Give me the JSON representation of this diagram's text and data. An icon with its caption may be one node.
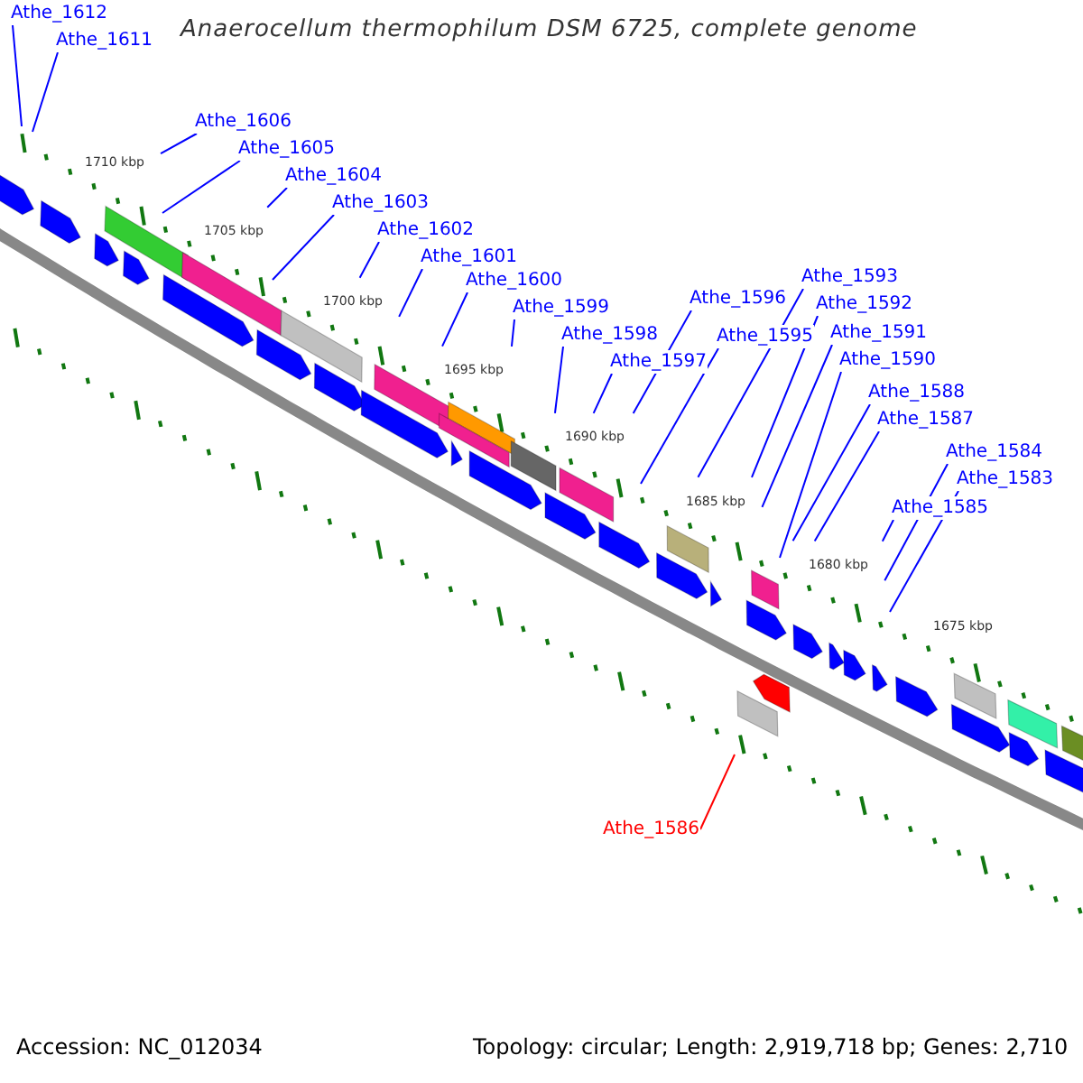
{
  "diagram": {
    "title": "Anaerocellum thermophilum DSM 6725, complete genome",
    "nodes": [
      {
        "text": [
          "Athe_1612"
        ]
      },
      {
        "text": [
          "Athe_1611"
        ]
      },
      {
        "text": [
          "Athe_1606"
        ]
      },
      {
        "text": [
          "Athe_1605"
        ]
      },
      {
        "text": [
          "Athe_1604"
        ]
      },
      {
        "text": [
          "Athe_1603"
        ]
      },
      {
        "text": [
          "Athe_1602"
        ]
      },
      {
        "text": [
          "Athe_1601"
        ]
      },
      {
        "text": [
          "Athe_1600"
        ]
      },
      {
        "text": [
          "Athe_1599"
        ]
      },
      {
        "text": [
          "Athe_1598"
        ]
      },
      {
        "text": [
          "Athe_1597"
        ]
      },
      {
        "text": [
          "Athe_1596"
        ]
      },
      {
        "text": [
          "Athe_1595"
        ]
      },
      {
        "text": [
          "Athe_1593"
        ]
      },
      {
        "text": [
          "Athe_1592"
        ]
      },
      {
        "text": [
          "Athe_1591"
        ]
      },
      {
        "text": [
          "Athe_1590"
        ]
      },
      {
        "text": [
          "Athe_1588"
        ]
      },
      {
        "text": [
          "Athe_1587"
        ]
      },
      {
        "text": [
          "Athe_1584"
        ]
      },
      {
        "text": [
          "Athe_1583"
        ]
      },
      {
        "text": [
          "Athe_1585"
        ]
      },
      {
        "text": [
          "Athe_1586"
        ]
      }
    ],
    "edges": [
      {
        "from": 0,
        "to": null,
        "arrow": "none"
      },
      {
        "from": 1,
        "to": null,
        "arrow": "none"
      },
      {
        "from": 2,
        "to": null,
        "arrow": "none"
      },
      {
        "from": 3,
        "to": null,
        "arrow": "none"
      },
      {
        "from": 4,
        "to": null,
        "arrow": "none"
      },
      {
        "from": 5,
        "to": null,
        "arrow": "none"
      },
      {
        "from": 6,
        "to": null,
        "arrow": "none"
      },
      {
        "from": 7,
        "to": null,
        "arrow": "none"
      },
      {
        "from": 8,
        "to": null,
        "arrow": "none"
      },
      {
        "from": 9,
        "to": null,
        "arrow": "none"
      },
      {
        "from": 10,
        "to": null,
        "arrow": "none"
      },
      {
        "from": 11,
        "to": null,
        "arrow": "none"
      },
      {
        "from": 12,
        "to": null,
        "arrow": "none"
      },
      {
        "from": 13,
        "to": null,
        "arrow": "none"
      },
      {
        "from": 14,
        "to": null,
        "arrow": "none"
      },
      {
        "from": 15,
        "to": null,
        "arrow": "none"
      },
      {
        "from": 16,
        "to": null,
        "arrow": "none"
      },
      {
        "from": 17,
        "to": null,
        "arrow": "none"
      },
      {
        "from": 18,
        "to": null,
        "arrow": "none"
      },
      {
        "from": 19,
        "to": null,
        "arrow": "none"
      },
      {
        "from": 20,
        "to": null,
        "arrow": "none"
      },
      {
        "from": 21,
        "to": null,
        "arrow": "none"
      },
      {
        "from": 22,
        "to": null,
        "arrow": "none"
      },
      {
        "from": 23,
        "to": null,
        "arrow": "none",
        "color": "#ff0000"
      }
    ],
    "labels": [
      "1710 kbp",
      "1705 kbp",
      "1700 kbp",
      "1695 kbp",
      "1690 kbp",
      "1685 kbp",
      "1680 kbp",
      "1675 kbp",
      "Accession: NC_012034",
      "Topology: circular; Length: 2,919,718 bp; Genes: 2,710"
    ]
  }
}
